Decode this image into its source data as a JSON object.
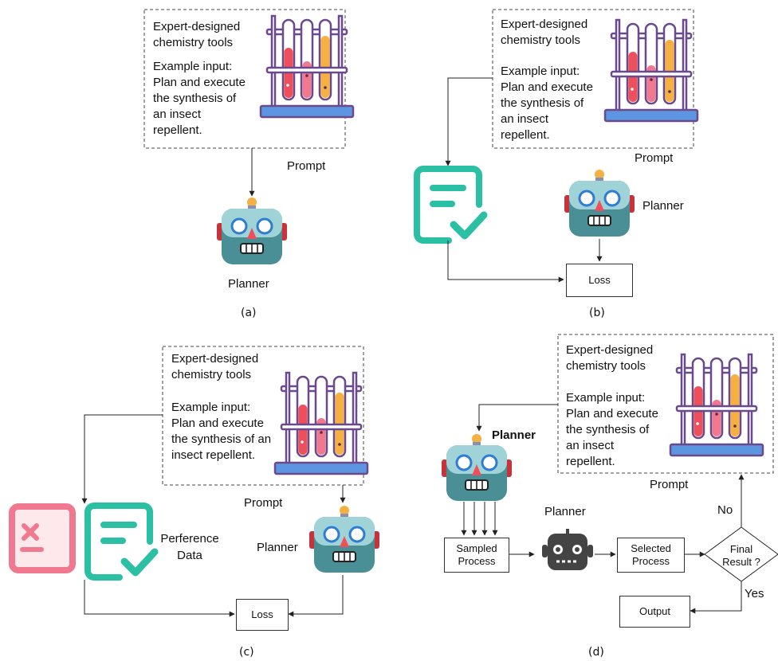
{
  "panel_a": {
    "box_title": "Expert-designed chemistry tools",
    "example_label": "Example input:",
    "example_text": "Plan and execute the synthesis of an insect repellent.",
    "prompt_label": "Prompt",
    "planner_label": "Planner",
    "caption": "(a)"
  },
  "panel_b": {
    "box_title": "Expert-designed chemistry tools",
    "example_label": "Example input:",
    "example_text": "Plan and execute the synthesis of an insect repellent.",
    "prompt_label": "Prompt",
    "planner_label": "Planner",
    "loss_label": "Loss",
    "caption": "(b)"
  },
  "panel_c": {
    "box_title": "Expert-designed chemistry tools",
    "example_label": "Example input:",
    "example_text": "Plan and execute the synthesis of an insect repellent.",
    "prompt_label": "Prompt",
    "planner_label": "Planner",
    "preference_label": "Perference Data",
    "loss_label": "Loss",
    "caption": "(c)"
  },
  "panel_d": {
    "box_title": "Expert-designed chemistry tools",
    "example_label": "Example input:",
    "example_text": "Plan and execute the synthesis of an insect repellent.",
    "prompt_label": "Prompt",
    "planner_label_bold": "Planner",
    "planner_label": "Planner",
    "sampled_label": "Sampled Process",
    "selected_label": "Selected Process",
    "decision_label": "Final Result ?",
    "no_label": "No",
    "yes_label": "Yes",
    "output_label": "Output",
    "caption": "(d)"
  },
  "colors": {
    "teal": "#2bbfa4",
    "pink": "#f0788f",
    "robot_body": "#4a8f96",
    "test_tube_red": "#ef4f5b",
    "test_tube_orange": "#f6b042",
    "rack_blue": "#5d95e0"
  }
}
